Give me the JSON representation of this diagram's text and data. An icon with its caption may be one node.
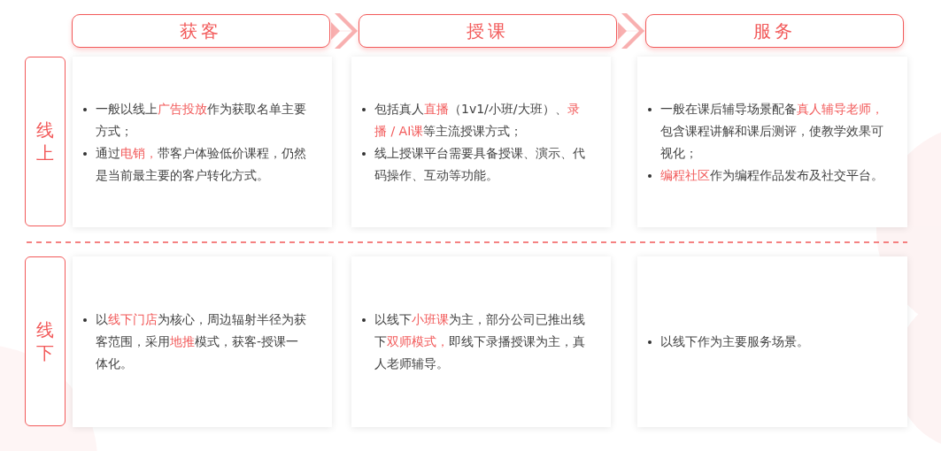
{
  "diagram": {
    "nodes": [
      {
        "text": [
          "获客"
        ]
      },
      {
        "text": [
          "授课"
        ]
      },
      {
        "text": [
          "服务"
        ]
      },
      {
        "text": [
          "线上"
        ]
      },
      {
        "text": [
          "一般以线上**广告投放**作为获取名单主要方式；",
          "通过**电销，**带客户体验低价课程，仍然是当前最主要的客户转化方式。"
        ]
      },
      {
        "text": [
          "包括真人**直播**（1v1/小班/大班）、**录播 / AI课**等主流授课方式；",
          "线上授课平台需要具备授课、演示、代码操作、互动等功能。"
        ]
      },
      {
        "text": [
          "一般在课后辅导场景配备**真人辅导老师，**包含课程讲解和课后测评，使教学效果可视化；",
          "**编程社区**作为编程作品发布及社交平台。"
        ]
      },
      {
        "text": [
          "线下"
        ]
      },
      {
        "text": [
          "以**线下门店**为核心，周边辐射半径为获客范围，采用**地推**模式，获客-授课一体化。"
        ]
      },
      {
        "text": [
          "以线下**小班课**为主，部分公司已推出线下**双师模式，**即线下录播授课为主，真人老师辅导。"
        ]
      },
      {
        "text": [
          "以线下作为主要服务场景。"
        ]
      }
    ],
    "edges": [
      {
        "from": 0,
        "to": 1,
        "arrow": "to"
      },
      {
        "from": 1,
        "to": 2,
        "arrow": "to"
      }
    ]
  }
}
